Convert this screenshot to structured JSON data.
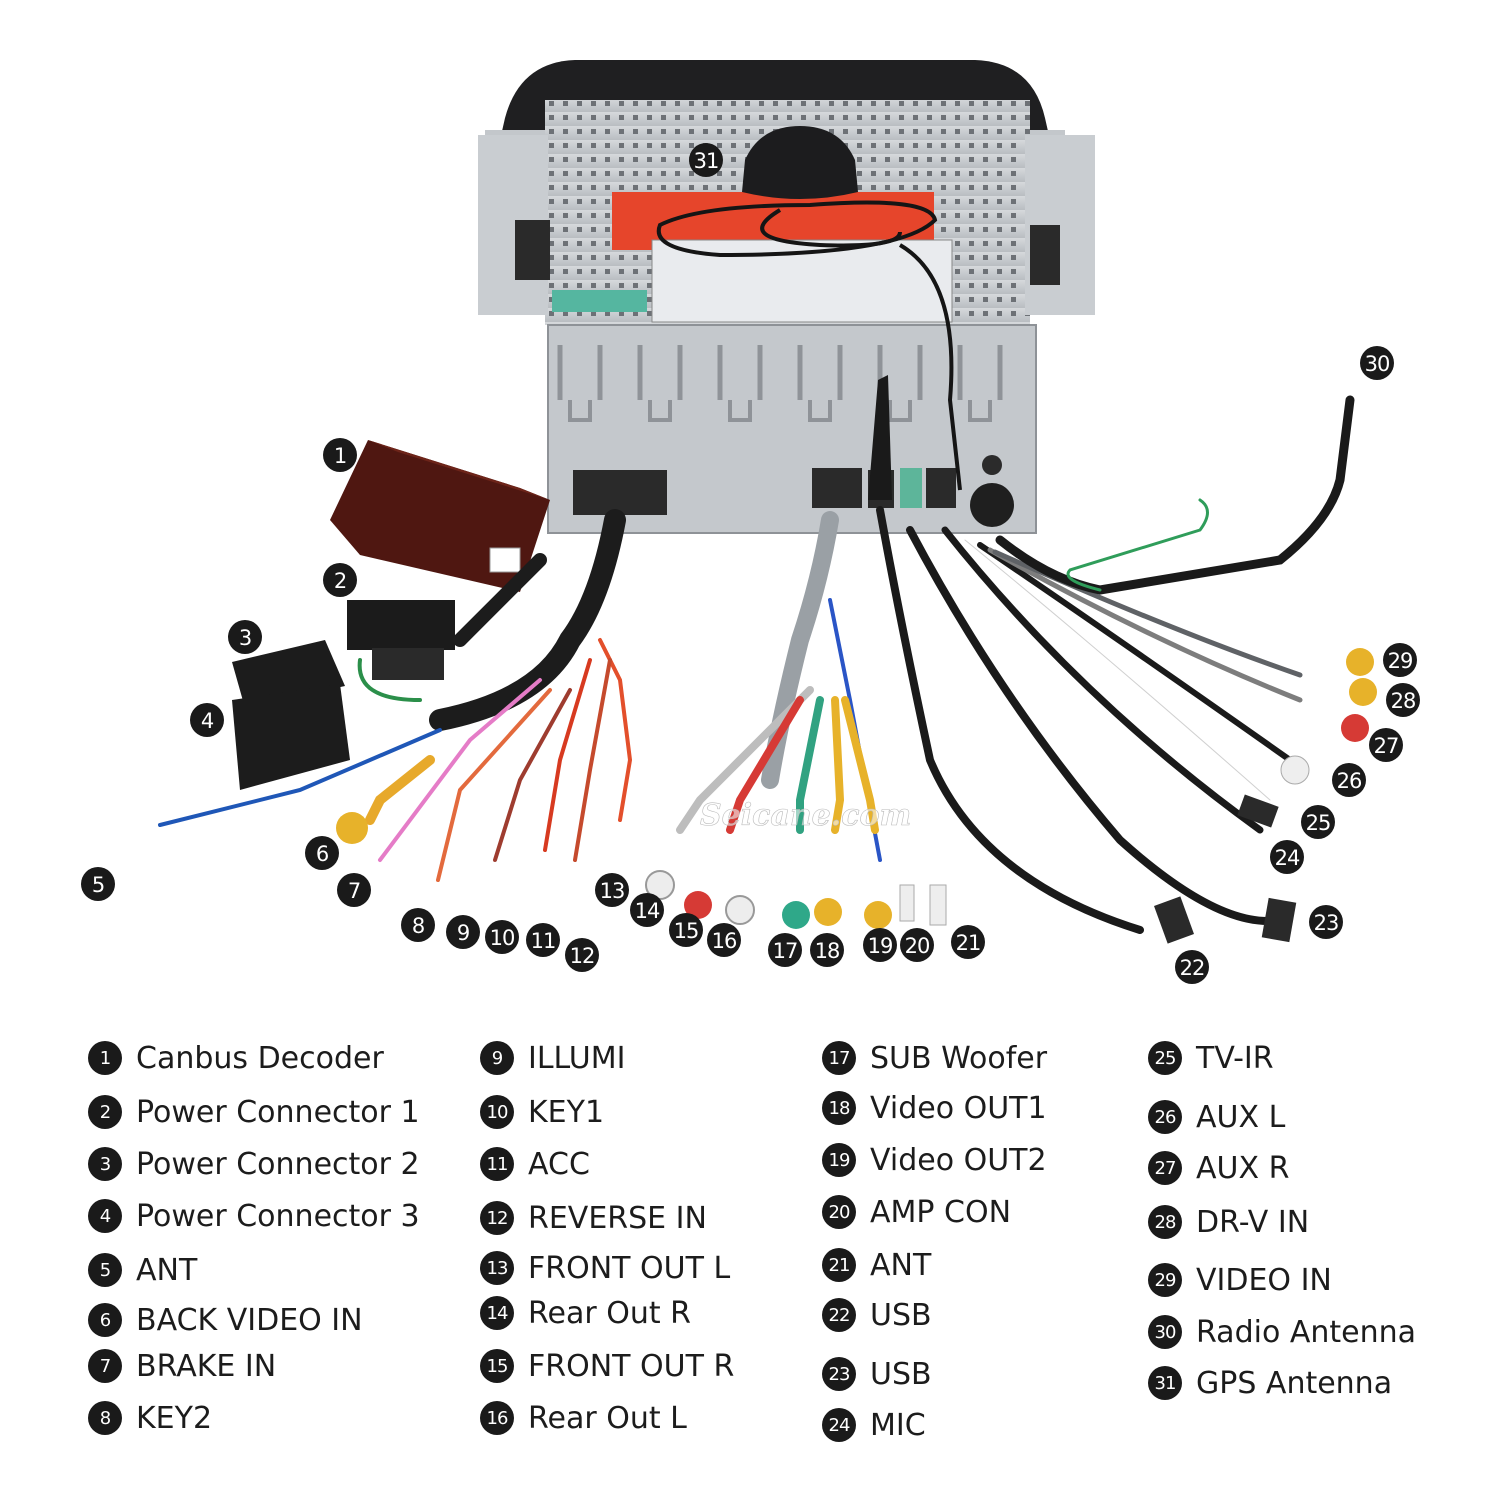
{
  "watermark": "Seicane.com",
  "badge_numbers": [
    "1",
    "2",
    "3",
    "4",
    "5",
    "6",
    "7",
    "8",
    "9",
    "10",
    "11",
    "12",
    "13",
    "14",
    "15",
    "16",
    "17",
    "18",
    "19",
    "20",
    "21",
    "22",
    "23",
    "24",
    "25",
    "26",
    "27",
    "28",
    "29",
    "30",
    "31"
  ],
  "legend": [
    {
      "num": "1",
      "label": "Canbus Decoder"
    },
    {
      "num": "2",
      "label": "Power Connector 1"
    },
    {
      "num": "3",
      "label": "Power Connector 2"
    },
    {
      "num": "4",
      "label": "Power Connector 3"
    },
    {
      "num": "5",
      "label": "ANT"
    },
    {
      "num": "6",
      "label": "BACK VIDEO IN"
    },
    {
      "num": "7",
      "label": "BRAKE IN"
    },
    {
      "num": "8",
      "label": "KEY2"
    },
    {
      "num": "9",
      "label": "ILLUMI"
    },
    {
      "num": "10",
      "label": "KEY1"
    },
    {
      "num": "11",
      "label": "ACC"
    },
    {
      "num": "12",
      "label": "REVERSE IN"
    },
    {
      "num": "13",
      "label": "FRONT OUT L"
    },
    {
      "num": "14",
      "label": "Rear Out R"
    },
    {
      "num": "15",
      "label": "FRONT OUT R"
    },
    {
      "num": "16",
      "label": "Rear Out L"
    },
    {
      "num": "17",
      "label": "SUB Woofer"
    },
    {
      "num": "18",
      "label": "Video OUT1"
    },
    {
      "num": "19",
      "label": "Video OUT2"
    },
    {
      "num": "20",
      "label": "AMP CON"
    },
    {
      "num": "21",
      "label": "ANT"
    },
    {
      "num": "22",
      "label": "USB"
    },
    {
      "num": "23",
      "label": "USB"
    },
    {
      "num": "24",
      "label": "MIC"
    },
    {
      "num": "25",
      "label": "TV-IR"
    },
    {
      "num": "26",
      "label": "AUX L"
    },
    {
      "num": "27",
      "label": "AUX R"
    },
    {
      "num": "28",
      "label": "DR-V IN"
    },
    {
      "num": "29",
      "label": "VIDEO IN"
    },
    {
      "num": "30",
      "label": "Radio Antenna"
    },
    {
      "num": "31",
      "label": "GPS Antenna"
    }
  ]
}
